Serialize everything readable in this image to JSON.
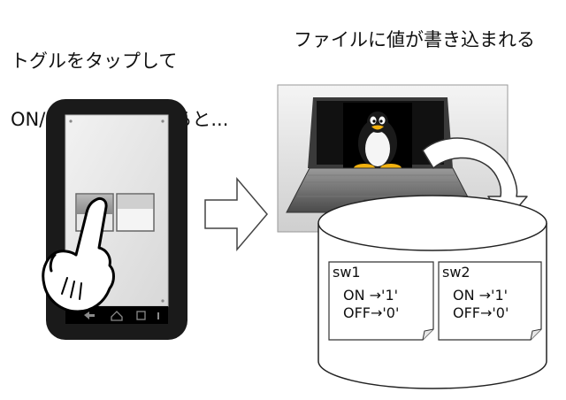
{
  "headings": {
    "left_line1": "トグルをタップして",
    "left_line2": "ON/OFFを切り替えると...",
    "right": "ファイルに値が書き込まれる"
  },
  "files": [
    {
      "name": "sw1",
      "on": "ON →'1'",
      "off": "OFF→'0'"
    },
    {
      "name": "sw2",
      "on": "ON →'1'",
      "off": "OFF→'0'"
    }
  ],
  "icons": {
    "phone_nav": [
      "back-icon",
      "home-icon",
      "recent-apps-icon"
    ],
    "tux": "linux-penguin-icon"
  }
}
